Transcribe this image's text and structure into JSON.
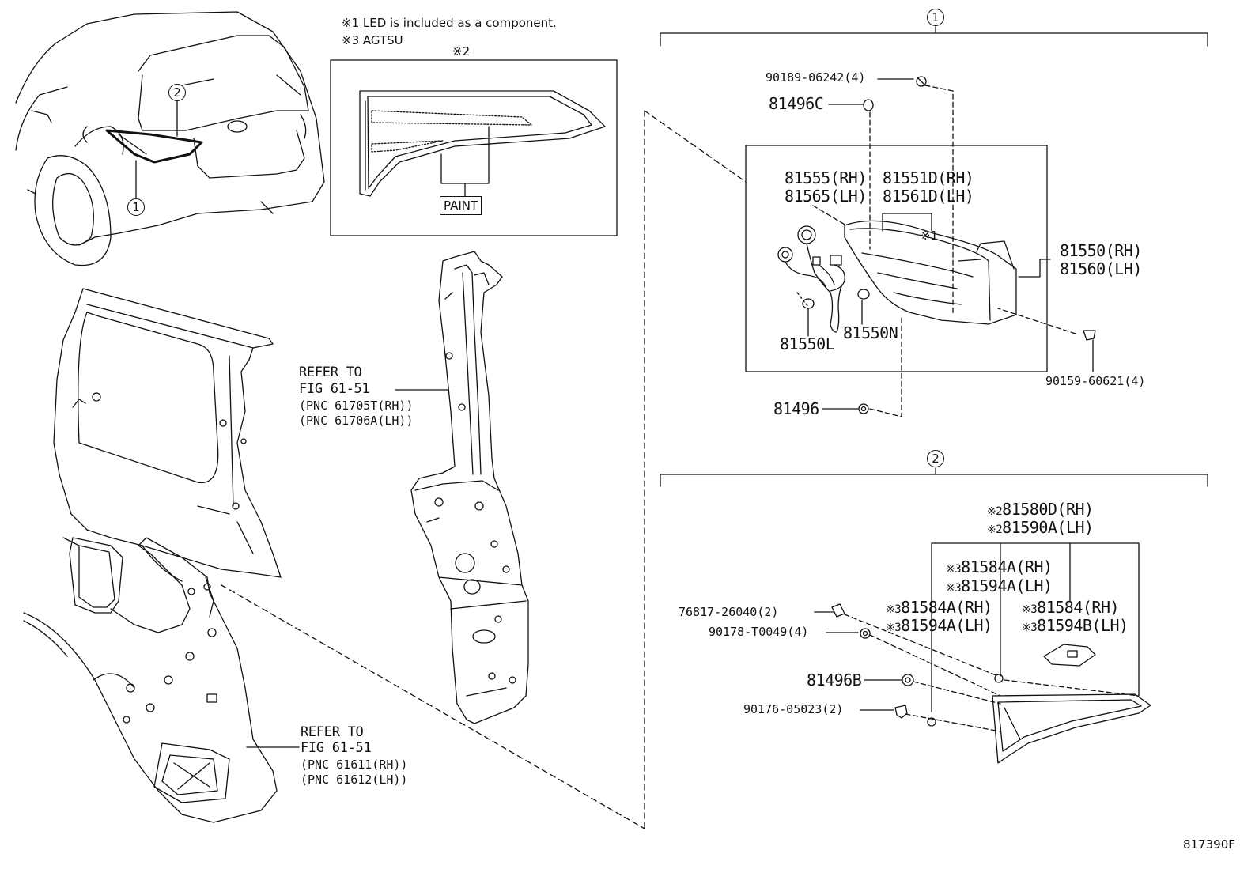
{
  "notes": {
    "n1": "※1 LED is included as a component.",
    "n3": "※3 AGTSU",
    "n2": "※2"
  },
  "callouts": {
    "c1": "1",
    "c2": "2",
    "sec1": "1",
    "sec2": "2"
  },
  "paint_label": "PAINT",
  "refer_upper": {
    "line1": "REFER TO",
    "line2": "FIG 61-51",
    "line3": "(PNC 61705T(RH))",
    "line4": "(PNC 61706A(LH))"
  },
  "refer_lower": {
    "line1": "REFER TO",
    "line2": "FIG 61-51",
    "line3": "(PNC 61611(RH))",
    "line4": "(PNC 61612(LH))"
  },
  "section1_parts": {
    "p90189": "90189-06242(4)",
    "p81496C": "81496C",
    "p81555": "81555(RH)",
    "p81565": "81565(LH)",
    "p81551D": "81551D(RH)",
    "p81561D": "81561D(LH)",
    "led_mark": "※1",
    "p81550": "81550(RH)",
    "p81560": "81560(LH)",
    "p81550L": "81550L",
    "p81550N": "81550N",
    "p90159": "90159-60621(4)",
    "p81496": "81496"
  },
  "section2_parts": {
    "p81580D_mark": "※2",
    "p81580D": "81580D(RH)",
    "p81590A_mark": "※2",
    "p81590A": "81590A(LH)",
    "p81584A_a_mark": "※3",
    "p81584A_a": "81584A(RH)",
    "p81594A_a_mark": "※3",
    "p81594A_a": "81594A(LH)",
    "p81584A_b_mark": "※3",
    "p81584A_b": "81584A(RH)",
    "p81594A_b_mark": "※3",
    "p81594A_b": "81594A(LH)",
    "p81584_mark": "※3",
    "p81584": "81584(RH)",
    "p81594B_mark": "※3",
    "p81594B": "81594B(LH)",
    "p76817": "76817-26040(2)",
    "p90178": "90178-T0049(4)",
    "p81496B": "81496B",
    "p90176": "90176-05023(2)"
  },
  "figure_id": "817390F"
}
